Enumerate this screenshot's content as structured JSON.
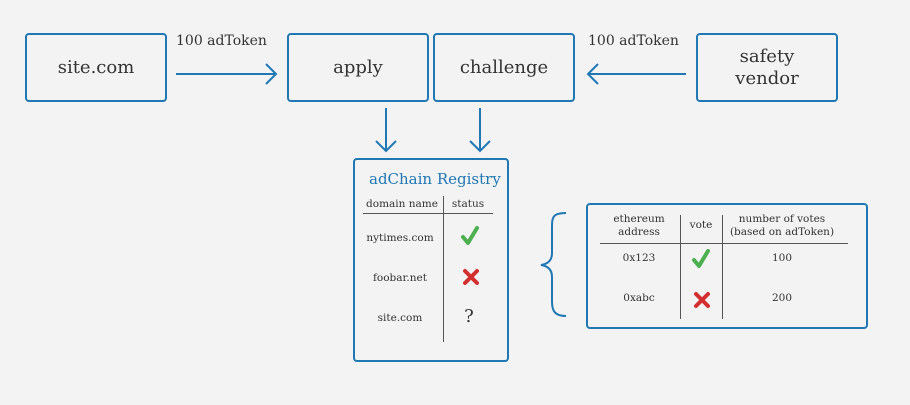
{
  "nodes": {
    "site": "site.com",
    "apply": "apply",
    "challenge": "challenge",
    "safety_line1": "safety",
    "safety_line2": "vendor"
  },
  "edges": {
    "left_label": "100 adToken",
    "right_label": "100 adToken"
  },
  "registry": {
    "title": "adChain Registry",
    "headers": [
      "domain name",
      "status"
    ],
    "rows": [
      {
        "domain": "nytimes.com",
        "status": "check-icon"
      },
      {
        "domain": "foobar.net",
        "status": "cross-icon"
      },
      {
        "domain": "site.com",
        "status": "?"
      }
    ]
  },
  "votes": {
    "headers": {
      "address_line1": "ethereum",
      "address_line2": "address",
      "vote": "vote",
      "count_line1": "number of votes",
      "count_line2": "(based on adToken)"
    },
    "rows": [
      {
        "address": "0x123",
        "vote": "check-icon",
        "count": "100"
      },
      {
        "address": "0xabc",
        "vote": "cross-icon",
        "count": "200"
      }
    ]
  },
  "colors": {
    "accent": "#1f77b4",
    "check": "#4caf50",
    "cross": "#d32f2f"
  }
}
